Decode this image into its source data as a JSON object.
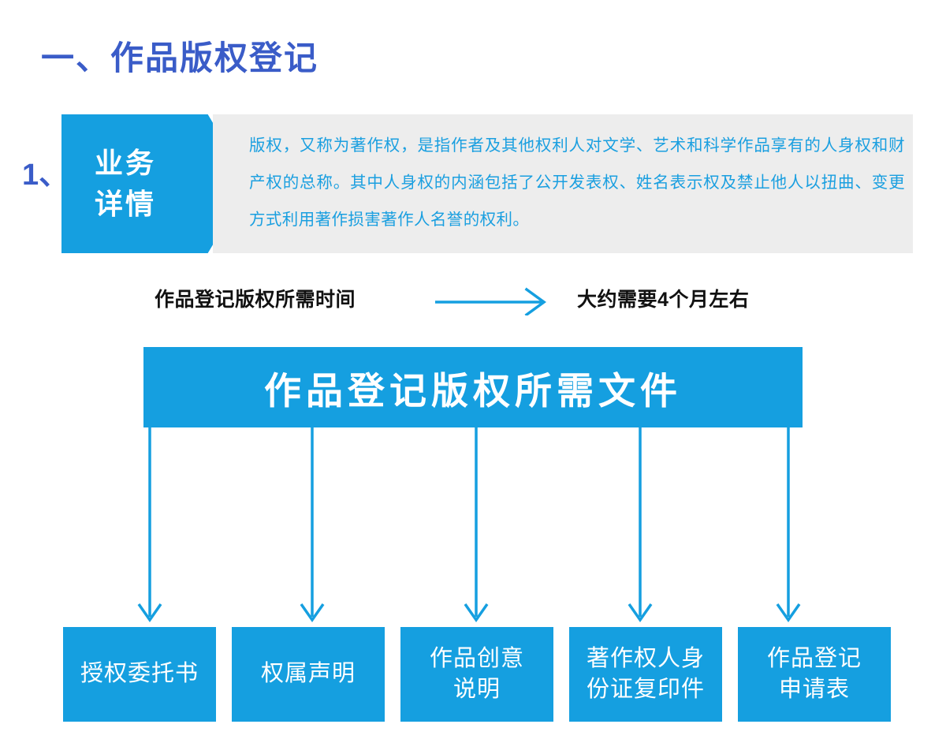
{
  "page": {
    "title": "一、作品版权登记",
    "title_color": "#3a5cc8",
    "accent_color": "#159fe0",
    "panel_bg_color": "#ededed",
    "body_text_color": "#1a9fe0"
  },
  "section_one": {
    "number": "1、",
    "banner_lines": [
      "业务",
      "详情"
    ],
    "body_text": "版权，又称为著作权，是指作者及其他权利人对文学、艺术和科学作品享有的人身权和财产权的总称。其中人身权的内涵包括了公开发表权、姓名表示权及禁止他人以扭曲、变更方式利用著作损害著作人名誉的权利。"
  },
  "duration": {
    "label": "作品登记版权所需时间",
    "arrow_icon": "right-arrow-icon",
    "value": "大约需要4个月左右"
  },
  "documents": {
    "banner_title": "作品登记版权所需文件",
    "arrow_icon": "down-arrow-icon",
    "items": [
      {
        "label": "授权委托书"
      },
      {
        "label": "权属声明"
      },
      {
        "label": "作品创意\n说明"
      },
      {
        "label": "著作权人身\n份证复印件"
      },
      {
        "label": "作品登记\n申请表"
      }
    ]
  }
}
